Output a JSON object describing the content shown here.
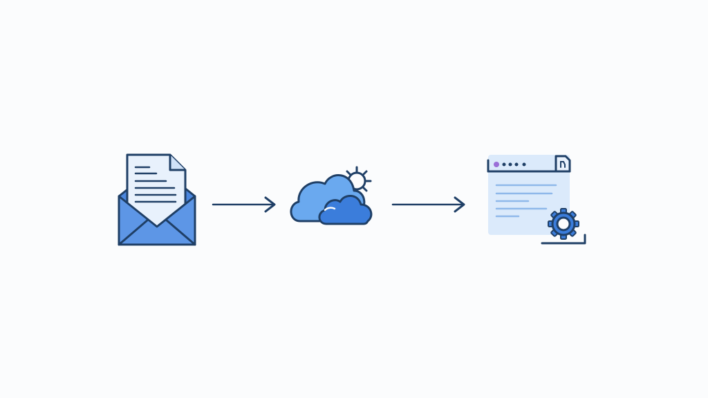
{
  "diagram": {
    "nodes": [
      {
        "id": "email",
        "icon": "open-envelope-with-document-icon"
      },
      {
        "id": "cloud",
        "icon": "cloud-with-gear-icon"
      },
      {
        "id": "app",
        "icon": "app-window-with-gear-icon"
      }
    ],
    "edges": [
      {
        "from": "email",
        "to": "cloud"
      },
      {
        "from": "cloud",
        "to": "app"
      }
    ]
  },
  "colors": {
    "background": "#fbfcfd",
    "outline": "#1f3f66",
    "blue_dark": "#3b7ddb",
    "blue_mid": "#6aa9ef",
    "blue_light": "#dbeafb",
    "paper": "#e8f1fc",
    "accent_purple": "#9b6fd8"
  }
}
